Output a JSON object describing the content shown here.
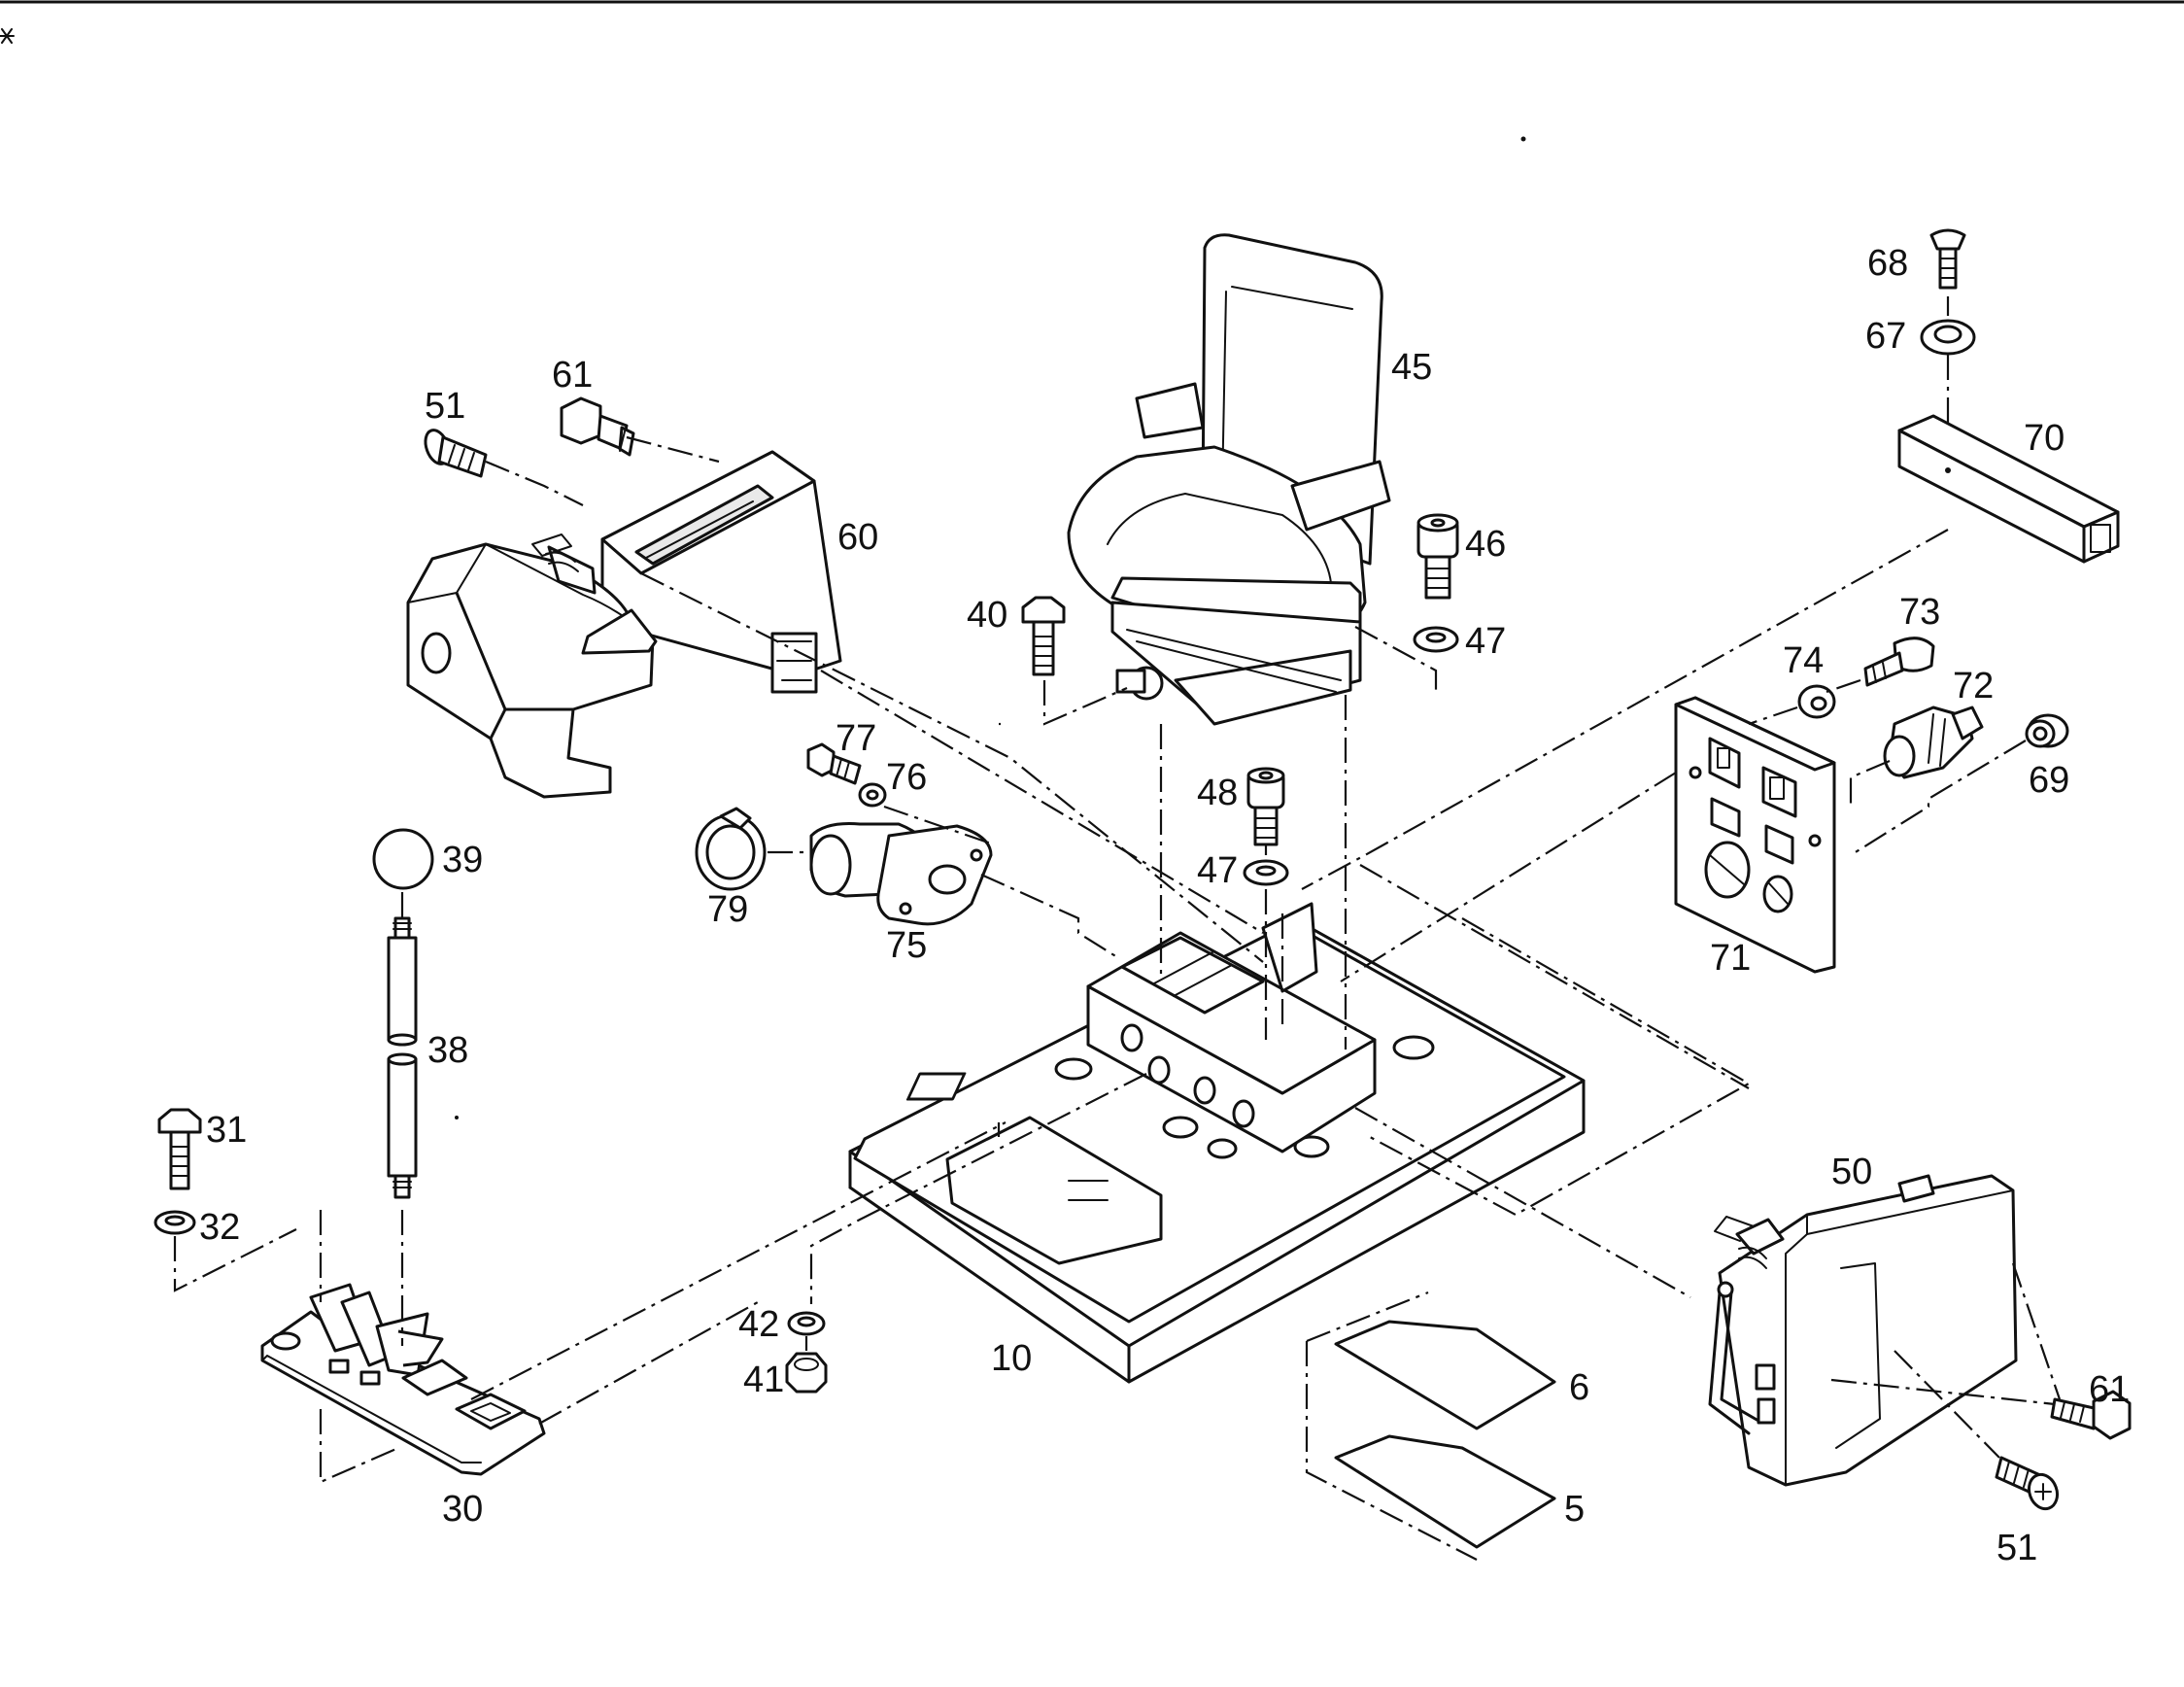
{
  "callouts": {
    "c5": "5",
    "c6": "6",
    "c10": "10",
    "c30": "30",
    "c31": "31",
    "c32": "32",
    "c38": "38",
    "c39": "39",
    "c40": "40",
    "c41": "41",
    "c42": "42",
    "c45": "45",
    "c46": "46",
    "c47a": "47",
    "c47b": "47",
    "c48": "48",
    "c50": "50",
    "c51a": "51",
    "c51b": "51",
    "c60": "60",
    "c61a": "61",
    "c61b": "61",
    "c67": "67",
    "c68": "68",
    "c69": "69",
    "c70": "70",
    "c71": "71",
    "c72": "72",
    "c73": "73",
    "c74": "74",
    "c75": "75",
    "c76": "76",
    "c77": "77",
    "c79": "79"
  }
}
